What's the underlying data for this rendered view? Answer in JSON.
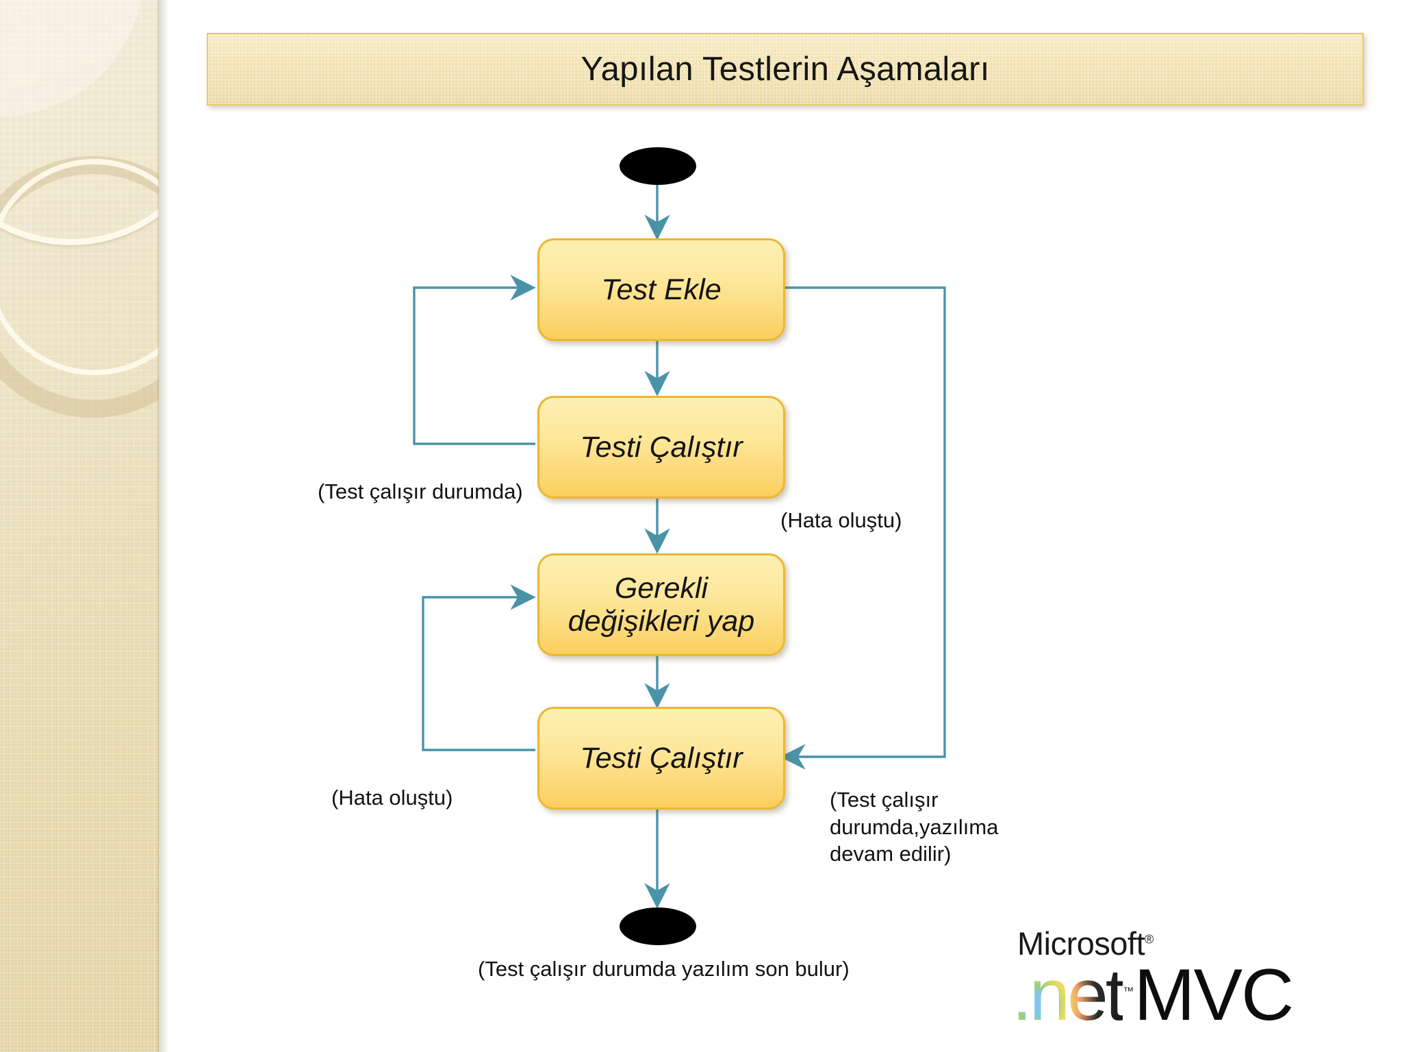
{
  "slide": {
    "title": "Yapılan Testlerin Aşamaları",
    "background_color": "#ffffff",
    "accent_color": "#4a93a7",
    "node_fill_color": "#fde79a",
    "node_border_color": "#ecb731"
  },
  "diagram": {
    "type": "flowchart",
    "nodes": [
      {
        "id": "start",
        "kind": "terminator",
        "label": ""
      },
      {
        "id": "n1",
        "kind": "process",
        "label": "Test Ekle"
      },
      {
        "id": "n2",
        "kind": "process",
        "label": "Testi Çalıştır"
      },
      {
        "id": "n3",
        "kind": "process",
        "label": "Gerekli\ndeğişikleri yap"
      },
      {
        "id": "n4",
        "kind": "process",
        "label": "Testi Çalıştır"
      },
      {
        "id": "end",
        "kind": "terminator",
        "label": ""
      }
    ],
    "edge_labels": {
      "test_calisir_durumda": "(Test çalışır durumda)",
      "hata_olustu_right": "(Hata oluştu)",
      "hata_olustu_left": "(Hata oluştu)",
      "test_calisir_devam": "(Test çalışır\ndurumda,yazılıma\ndevam edilir)"
    },
    "caption": "(Test çalışır durumda  yazılım son bulur)"
  },
  "logo": {
    "brand": "Microsoft",
    "registered_mark": "®",
    "dot": ".",
    "net": "net",
    "trademark": "™",
    "product": "MVC"
  }
}
